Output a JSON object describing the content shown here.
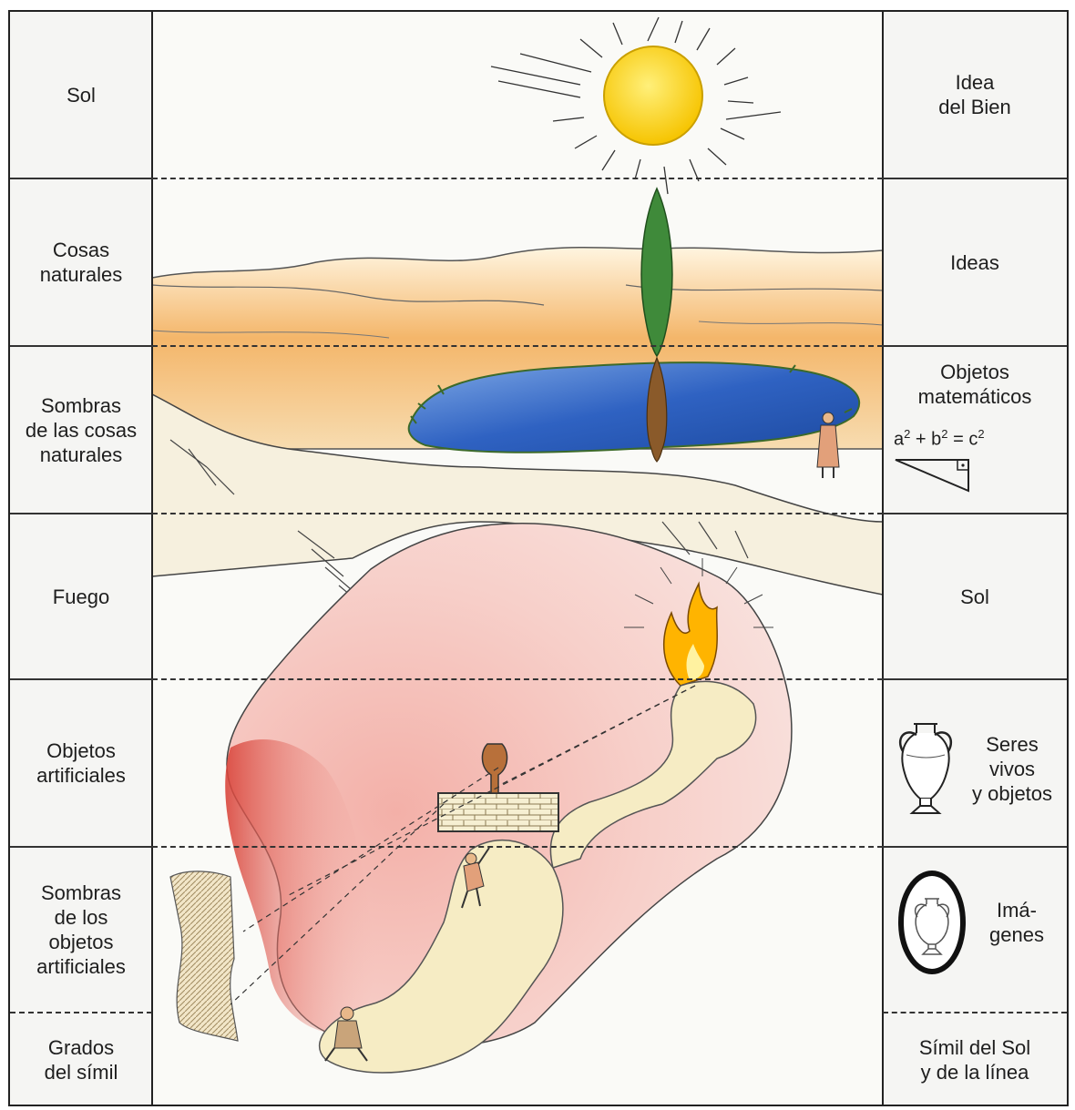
{
  "left_column": [
    {
      "id": "l1",
      "text": "Sol"
    },
    {
      "id": "l2",
      "text": "Cosas\nnaturales"
    },
    {
      "id": "l3",
      "text": "Sombras\nde las cosas\nnaturales"
    },
    {
      "id": "l4",
      "text": "Fuego"
    },
    {
      "id": "l5",
      "text": "Objetos\nartificiales"
    },
    {
      "id": "l6",
      "text": "Sombras\nde los\nobjetos\nartificiales"
    },
    {
      "id": "l7",
      "text": "Grados\ndel símil"
    }
  ],
  "right_column": [
    {
      "id": "r1",
      "text": "Idea\ndel Bien"
    },
    {
      "id": "r2",
      "text": "Ideas"
    },
    {
      "id": "r3",
      "text": "Objetos\nmatemáticos"
    },
    {
      "id": "r4",
      "text": "Sol"
    },
    {
      "id": "r5",
      "text": "Seres\nvivos\ny objetos"
    },
    {
      "id": "r6",
      "text": "Imá-\ngenes"
    },
    {
      "id": "r7",
      "text": "Símil del Sol\ny de la línea"
    }
  ],
  "formula": {
    "a": "a",
    "b": "b",
    "c": "c",
    "exp": "2",
    "plus": "+",
    "eq": "="
  },
  "colors": {
    "sun": "#f9d21c",
    "sun_edge": "#d9a400",
    "water": "#3d6fc9",
    "tree": "#3f8a3a",
    "cave": "#e98a80",
    "fire": "#f5a300",
    "rock": "#f4ecc6",
    "sand": "#f2b35a"
  }
}
